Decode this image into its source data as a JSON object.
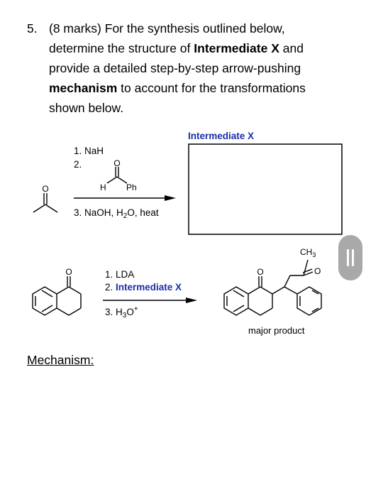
{
  "question": {
    "number": "5.",
    "marks": "(8 marks)",
    "line1": " For the synthesis outlined below,",
    "line2_pre": "determine the structure of ",
    "line2_bold": "Intermediate X",
    "line2_post": " and",
    "line3": "provide a detailed step-by-step arrow-pushing",
    "line4_bold": "mechanism",
    "line4_post": " to account for the transformations",
    "line5": "shown below."
  },
  "reaction1": {
    "step1": "1. NaH",
    "step2": "2.",
    "aldehyde_H": "H",
    "aldehyde_O": "O",
    "aldehyde_Ph": "Ph",
    "ketone_O": "O",
    "step3_pre": "3. NaOH, H",
    "step3_sub": "2",
    "step3_post": "O, heat",
    "intermediate_label": "Intermediate X"
  },
  "reaction2": {
    "ketone_O": "O",
    "step1": "1. LDA",
    "step2_pre": "2. ",
    "step2_bold": "Intermediate X",
    "step3_pre": "3. H",
    "step3_sub": "3",
    "step3_post": "O",
    "step3_sup": "+",
    "product_O1": "O",
    "product_O2": "O",
    "product_CH": "CH",
    "product_CH_sub": "3",
    "product_label": "major product"
  },
  "mechanism_label": "Mechanism:",
  "colors": {
    "accent": "#1a2fa8",
    "text": "#000000",
    "scrollbar": "#a9a9a9"
  }
}
